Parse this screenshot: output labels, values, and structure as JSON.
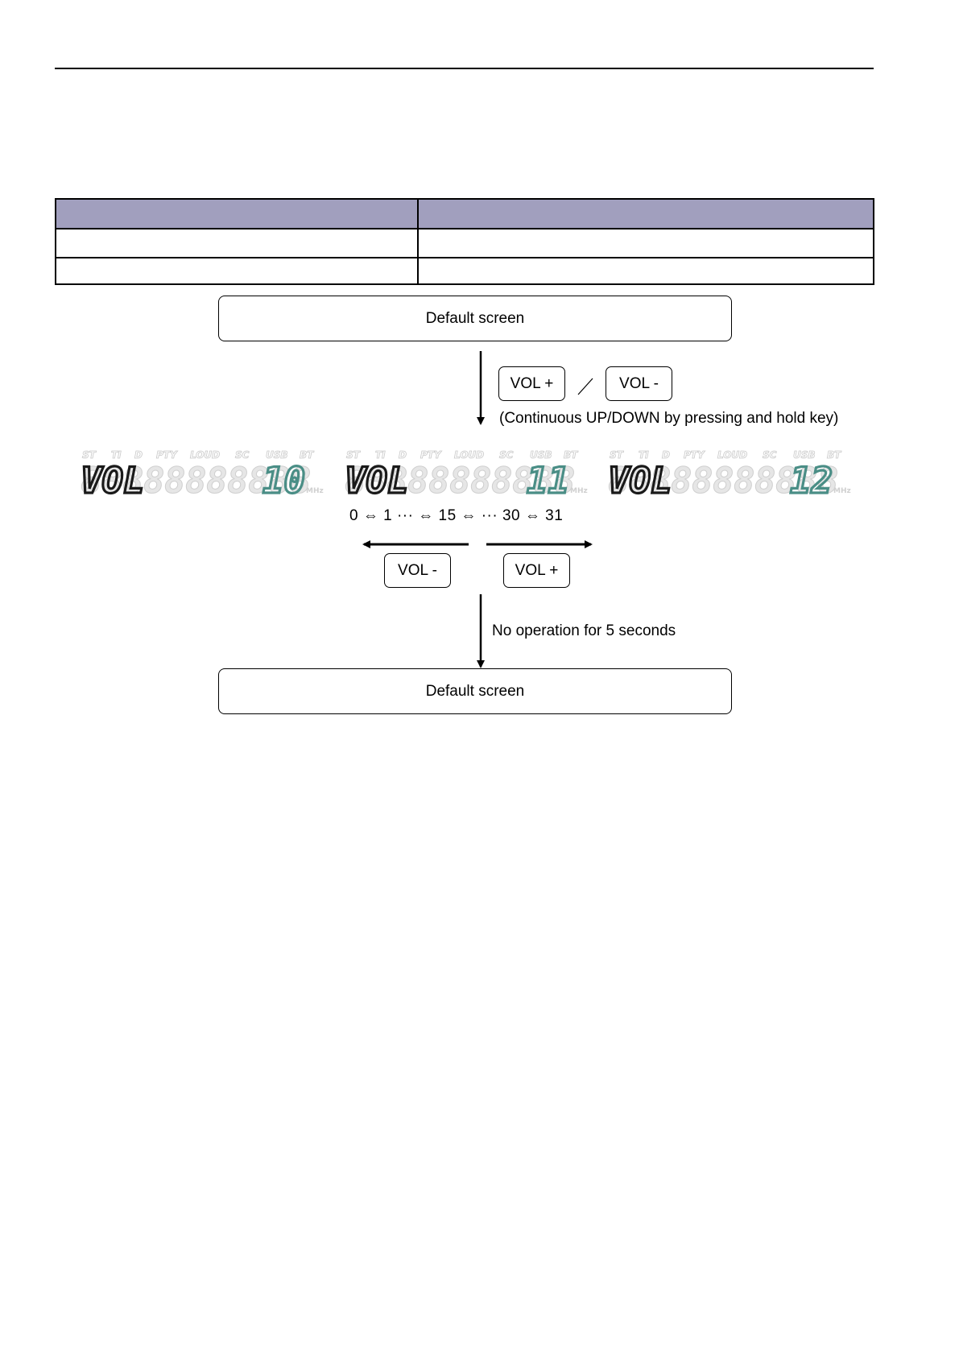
{
  "flow": {
    "top_box": "Default screen",
    "bottom_box": "Default screen",
    "key_vol_up": "VOL +",
    "key_vol_down": "VOL -",
    "key_separator": "／",
    "continuous_note": "(Continuous UP/DOWN by pressing and hold key)",
    "sequence": "0  ⇔  1  ···  ⇔  15  ⇔  ···  30  ⇔  31",
    "key_left": "VOL -",
    "key_right": "VOL +",
    "timeout_note": "No operation for 5 seconds"
  },
  "lcd_displays": [
    {
      "text": "VOL",
      "value": "10"
    },
    {
      "text": "VOL",
      "value": "11"
    },
    {
      "text": "VOL",
      "value": "12"
    }
  ],
  "lcd_indicators": [
    "ST",
    "TI",
    "D",
    "PTY",
    "LOUD",
    "SC",
    "USB",
    "BT"
  ],
  "lcd_unit": "MHz",
  "colors": {
    "table_header": "#a19fbe",
    "lcd_value": "#4a8e86"
  }
}
